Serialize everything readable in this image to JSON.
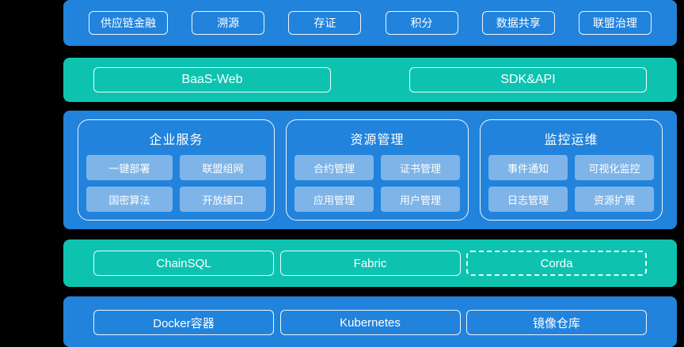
{
  "colors": {
    "background": "#000000",
    "band_blue": "#2183DC",
    "band_teal": "#0DC3B0",
    "sub_pill_blue": "#7EB4E8",
    "outline_white": "#FFFFFF"
  },
  "layers": {
    "applications": {
      "band_color": "#2183DC",
      "items": [
        {
          "label": "供应链金融"
        },
        {
          "label": "溯源"
        },
        {
          "label": "存证"
        },
        {
          "label": "积分"
        },
        {
          "label": "数据共享"
        },
        {
          "label": "联盟治理"
        }
      ]
    },
    "access": {
      "band_color": "#0DC3B0",
      "items": [
        {
          "label": "BaaS-Web"
        },
        {
          "label": "SDK&API"
        }
      ]
    },
    "platform": {
      "band_color": "#2183DC",
      "groups": [
        {
          "title": "企业服务",
          "items": [
            {
              "label": "一键部署"
            },
            {
              "label": "联盟组网"
            },
            {
              "label": "国密算法"
            },
            {
              "label": "开放接口"
            }
          ]
        },
        {
          "title": "资源管理",
          "items": [
            {
              "label": "合约管理"
            },
            {
              "label": "证书管理"
            },
            {
              "label": "应用管理"
            },
            {
              "label": "用户管理"
            }
          ]
        },
        {
          "title": "监控运维",
          "items": [
            {
              "label": "事件通知"
            },
            {
              "label": "可视化监控"
            },
            {
              "label": "日志管理"
            },
            {
              "label": "资源扩展"
            }
          ]
        }
      ]
    },
    "chains": {
      "band_color": "#0DC3B0",
      "items": [
        {
          "label": "ChainSQL",
          "border": "solid"
        },
        {
          "label": "Fabric",
          "border": "solid"
        },
        {
          "label": "Corda",
          "border": "dashed"
        }
      ]
    },
    "infrastructure": {
      "band_color": "#2183DC",
      "items": [
        {
          "label": "Docker容器"
        },
        {
          "label": "Kubernetes"
        },
        {
          "label": "镜像仓库"
        }
      ]
    }
  }
}
